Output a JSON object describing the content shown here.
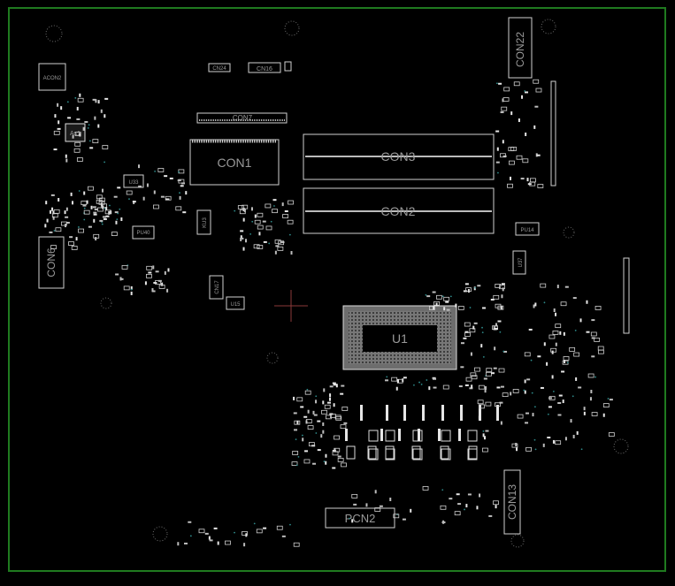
{
  "board": {
    "border_color": "#1f7a1f",
    "silk_color": "#cfcfcf",
    "label_color": "#9a9a9a",
    "background": "#000000"
  },
  "labels": {
    "acon2": "ACON2",
    "as1": "As1",
    "cn24": "CN24",
    "cn16": "CN16",
    "con7": "CON7",
    "con1": "CON1",
    "con3": "CON3",
    "con2": "CON2",
    "con22": "CON22",
    "con6": "CON6",
    "u33": "U33",
    "ku3": "KU3",
    "pu40": "PU40",
    "pu14": "PU14",
    "u37": "U37",
    "cn17": "CN17",
    "u15": "U15",
    "u1": "U1",
    "pcn2": "PCN2",
    "con13": "CON13"
  }
}
